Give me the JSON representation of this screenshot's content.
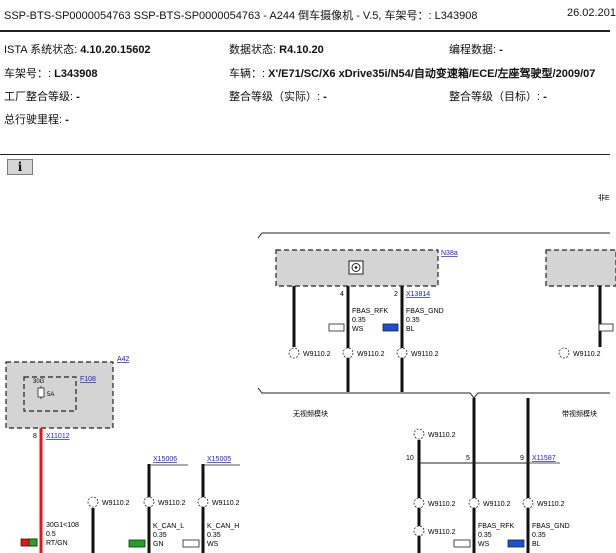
{
  "header": {
    "title": "SSP-BTS-SP0000054763 SSP-BTS-SP0000054763 - A244 倒车摄像机 - V.5, 车架号：: L343908",
    "date": "26.02.201"
  },
  "info": {
    "ista_label": "ISTA 系统状态: ",
    "ista_value": "4.10.20.15602",
    "data_label": "数据状态: ",
    "data_value": "R4.10.20",
    "prog_label": "编程数据: ",
    "prog_value": "-",
    "vin_label": "车架号：: ",
    "vin_value": "L343908",
    "vehicle_label": "车辆：: ",
    "vehicle_value": "X'/E71/SC/X6 xDrive35i/N54/自动变速箱/ECE/左座驾驶型/2009/07",
    "factory_label": "工厂整合等级: ",
    "factory_value": "-",
    "actual_label": "整合等级（实际）: ",
    "actual_value": "-",
    "target_label": "整合等级（目标）: ",
    "target_value": "-",
    "mileage_label": "总行驶里程: ",
    "mileage_value": "-"
  },
  "info_button": "i",
  "diagram": {
    "top_right_fragment": "非E",
    "n38a": "N38a",
    "x13814": "X13814",
    "a42": "A42",
    "f108": "F108",
    "fuse_pin": "30G",
    "fuse_rating": "5A",
    "x11012": "X11012",
    "x11012_pin": "8",
    "x15006": "X15006",
    "x15005": "X15005",
    "x11587": "X11587",
    "ground": "W9110.2",
    "pin_4": "4",
    "pin_2": "2",
    "pin_10": "10",
    "pin_5": "5",
    "pin_9": "9",
    "wire_fbas_rfk": "FBAS_RFK",
    "wire_fbas_gnd": "FBAS_GND",
    "size_035": "0.35",
    "size_05": "0.5",
    "color_ws": "WS",
    "color_bl": "BL",
    "color_gn": "GN",
    "color_rtgn": "RT/GN",
    "wire_k_can_l": "K_CAN_L",
    "wire_k_can_h": "K_CAN_H",
    "wire_30g1": "30G1<108",
    "no_video_module": "无视频模块",
    "with_video_module": "带视频模块"
  },
  "colors": {
    "component_fill": "#d4d4d4",
    "wire_red": "#e11",
    "wire_blue": "#1a4fd8",
    "wire_green": "#1ea51e",
    "link_blue": "#1a1ad6"
  }
}
